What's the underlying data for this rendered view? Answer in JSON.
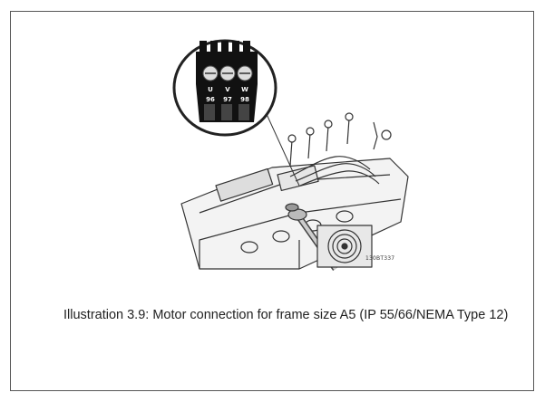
{
  "figure": {
    "name": "Motor connection drawing",
    "plug_terminal_letters": [
      "U",
      "V",
      "W"
    ],
    "plug_terminal_numbers": [
      "96",
      "97",
      "98"
    ],
    "drawing_code": "130BT337"
  },
  "caption": {
    "text": "Illustration 3.9: Motor connection for frame size A5 (IP 55/66/NEMA Type 12)"
  }
}
